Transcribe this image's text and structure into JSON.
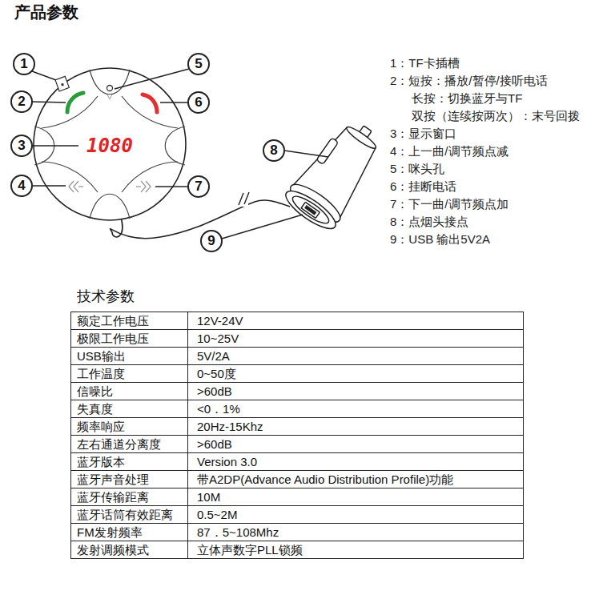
{
  "diagram": {
    "title": "产品参数",
    "labels": [
      "1",
      "2",
      "3",
      "4",
      "5",
      "6",
      "7",
      "8",
      "9",
      "1080",
      "1：TF卡插槽",
      "2：短按：播放/暂停/接听电话",
      "长按：切换蓝牙与TF",
      "双按（连续按两次）：末号回拨",
      "3：显示窗口",
      "4：上一曲/调节频点减",
      "5：咪头孔",
      "6：挂断电话",
      "7：下一曲/调节频点加",
      "8：点烟头接点",
      "9：USB 输出5V2A",
      "技术参数",
      "额定工作电压",
      "12V-24V",
      "极限工作电压",
      "10~25V",
      "USB输出",
      "5V/2A",
      "工作温度",
      "0~50度",
      "信噪比",
      ">60dB",
      "失真度",
      "<0．1%",
      "频率响应",
      "20Hz-15Khz",
      "左右通道分离度",
      ">60dB",
      "蓝牙版本",
      "Version 3.0",
      "蓝牙声音处理",
      "带A2DP(Advance Audio Distribution Profile)功能",
      "蓝牙传输距离",
      "10M",
      "蓝牙话筒有效距离",
      "0.5~2M",
      "FM发射频率",
      "87．5~108Mhz",
      "发射调频模式",
      "立体声数字PLL锁频"
    ]
  }
}
